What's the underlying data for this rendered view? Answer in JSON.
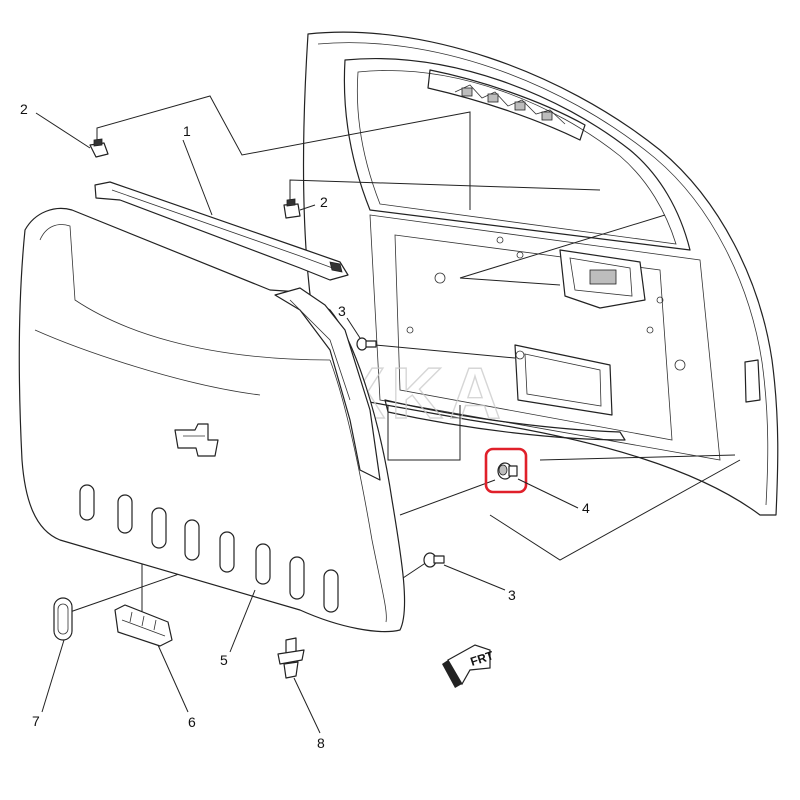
{
  "watermark": "REXKA",
  "front_marker": "FRT",
  "highlight_color": "#e0202a",
  "line_color": "#222222",
  "callouts": [
    {
      "key": "panel_upper_trim",
      "label": "1"
    },
    {
      "key": "retainer_upper_left",
      "label": "2"
    },
    {
      "key": "retainer_upper_right",
      "label": "2"
    },
    {
      "key": "push_pin_upper",
      "label": "3"
    },
    {
      "key": "push_pin_lower",
      "label": "3"
    },
    {
      "key": "bumper_highlighted",
      "label": "4"
    },
    {
      "key": "lower_trim_panel",
      "label": "5"
    },
    {
      "key": "pull_handle_cup",
      "label": "6"
    },
    {
      "key": "handle_cover",
      "label": "7"
    },
    {
      "key": "push_retainer",
      "label": "8"
    }
  ]
}
